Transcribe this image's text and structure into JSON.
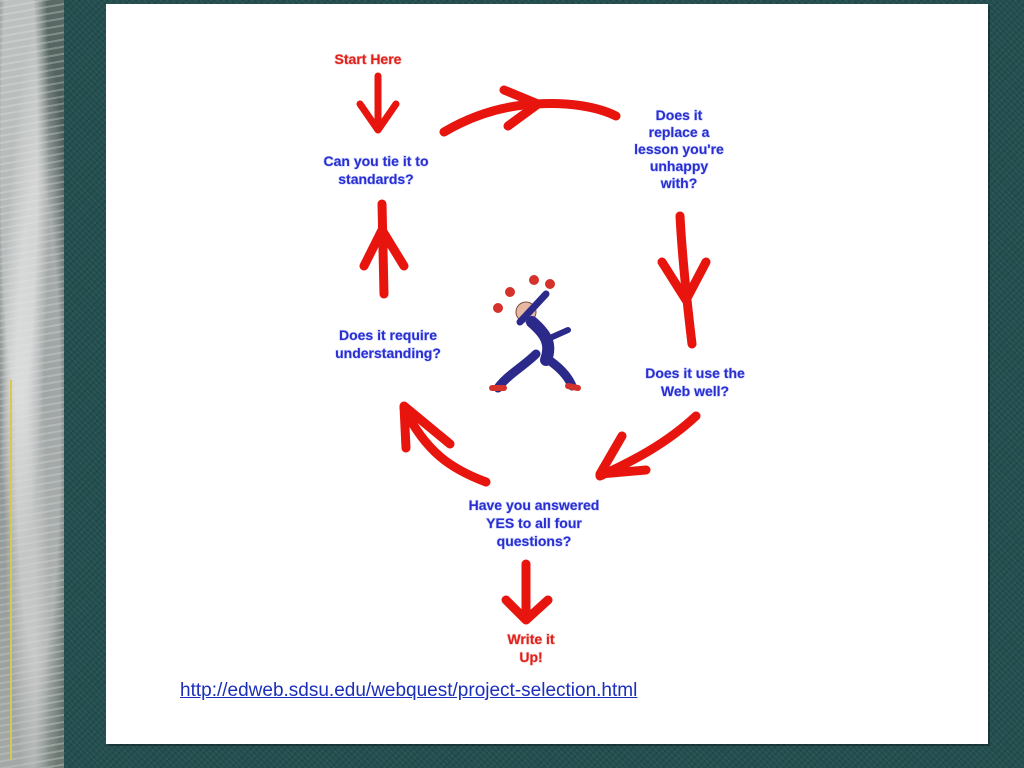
{
  "diagram": {
    "start_label": "Start Here",
    "node_standards": [
      "Can you tie it to",
      "standards?"
    ],
    "node_replace": [
      "Does it",
      "replace a",
      "lesson you're",
      "unhappy",
      "with?"
    ],
    "node_web": [
      "Does it use the",
      "Web well?"
    ],
    "node_understanding": [
      "Does it require",
      "understanding?"
    ],
    "node_answered": [
      "Have you answered",
      "YES to all four",
      "questions?"
    ],
    "end_label": [
      "Write it",
      "Up!"
    ]
  },
  "link": {
    "url_text": "http://edweb.sdsu.edu/webquest/project-selection.html"
  },
  "colors": {
    "arrow": "#e8150f",
    "node_text": "#2c2ccf",
    "link": "#1b2fb8",
    "background": "#244f50"
  },
  "icons": {
    "center_figure": "juggler-icon"
  }
}
